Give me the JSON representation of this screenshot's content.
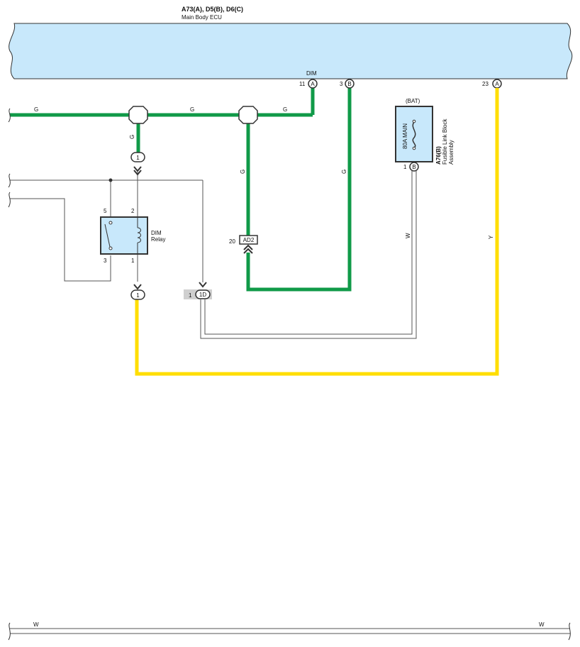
{
  "ecu": {
    "connectors": "A73(A), D5(B), D6(C)",
    "name": "Main Body ECU",
    "pin_label": "DIM",
    "pins": [
      {
        "num": "11",
        "conn": "A"
      },
      {
        "num": "3",
        "conn": "B"
      },
      {
        "num": "23",
        "conn": "A"
      }
    ]
  },
  "wires": {
    "green_code": "G",
    "white_code": "W",
    "yellow_code": "Y",
    "colors": {
      "green": "#109a48",
      "yellow": "#ffde00",
      "white": "#ffffff",
      "thin": "#555555"
    }
  },
  "fuse": {
    "source": "(BAT)",
    "label": "80A MAIN",
    "id": "A76(B)",
    "name_line1": "Fusible Link Block",
    "name_line2": "Assembly",
    "pin_num": "1",
    "pin_conn": "B"
  },
  "relay": {
    "name_line1": "DIM",
    "name_line2": "Relay",
    "pins": [
      "5",
      "2",
      "3",
      "1"
    ]
  },
  "junctions": {
    "upper": "1",
    "lower": "1",
    "jc_num": "1",
    "jc_label": "1D",
    "ad_num": "20",
    "ad_label": "AD2"
  },
  "bottom_bus": {
    "left_code": "W",
    "right_code": "W"
  },
  "component_fill": "#c8e8fb"
}
